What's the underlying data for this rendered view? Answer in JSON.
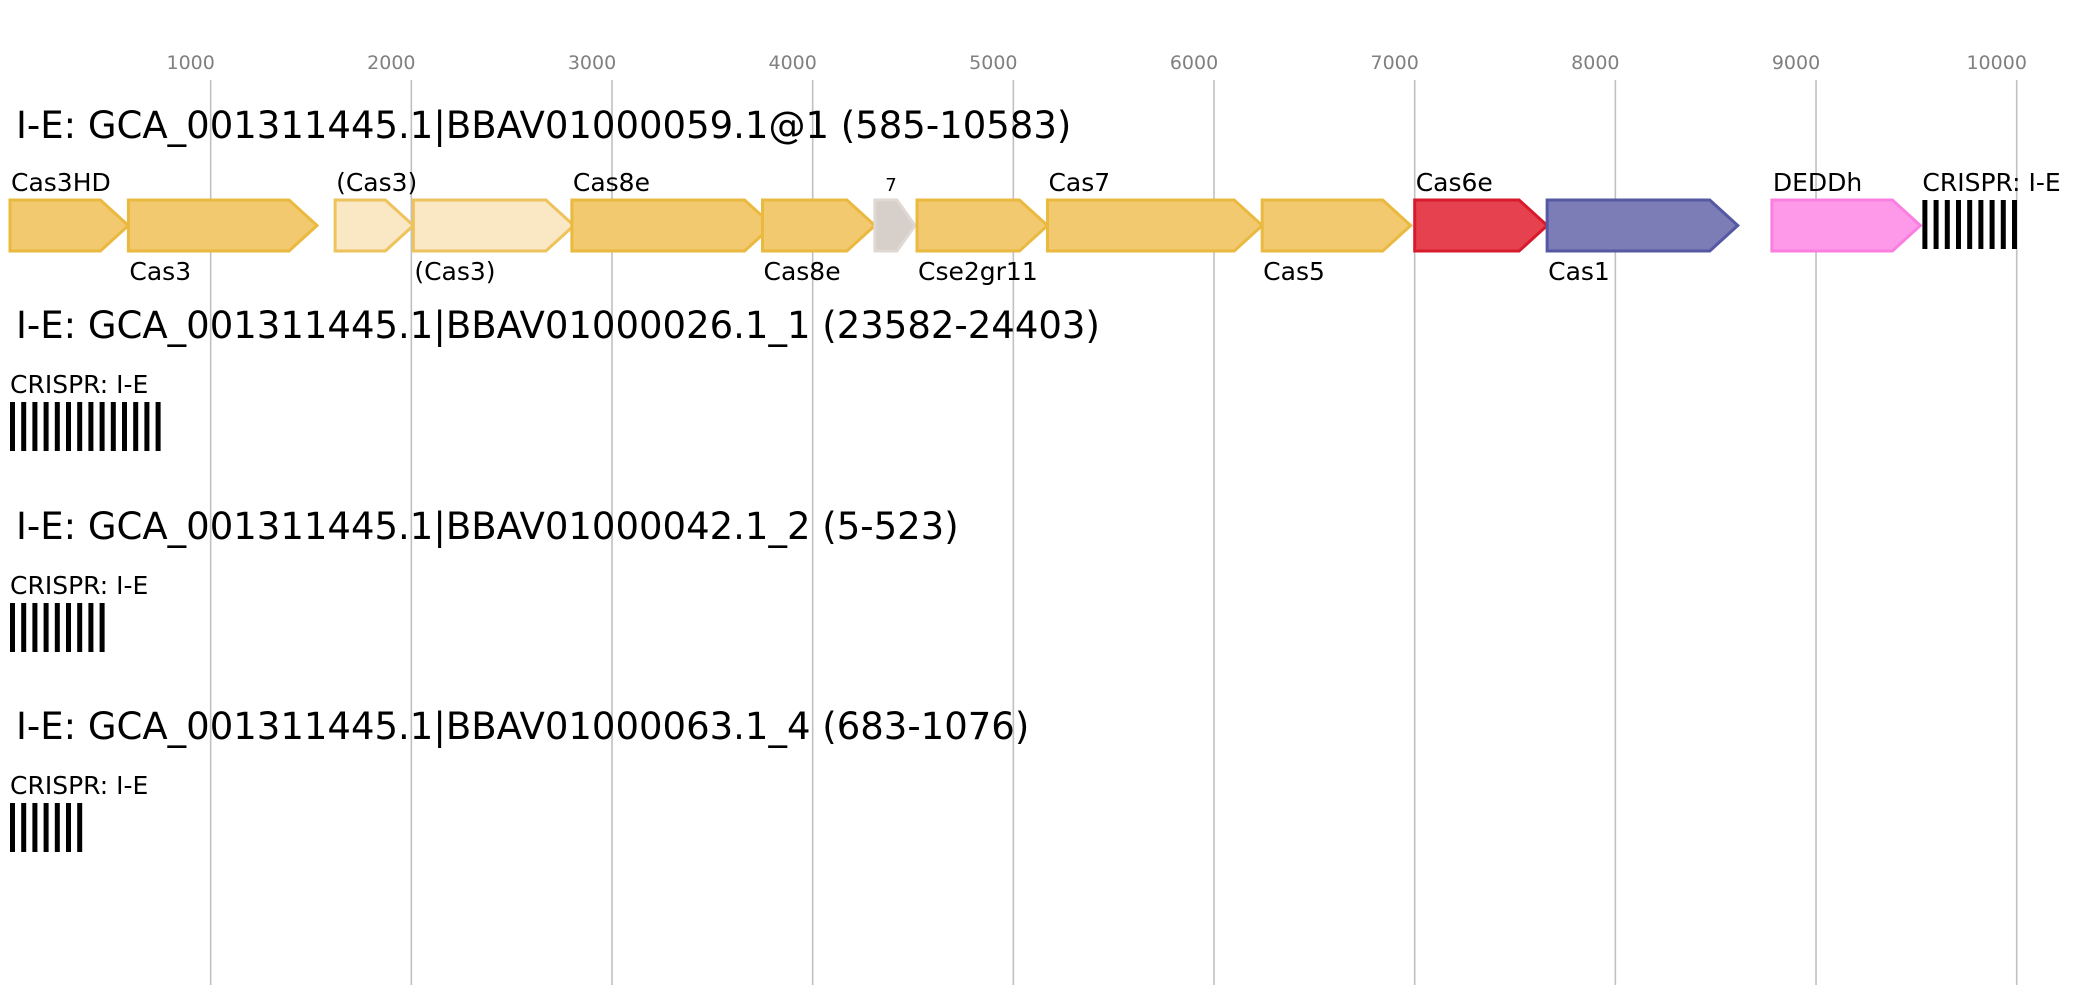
{
  "axis": {
    "ticks": [
      1000,
      2000,
      3000,
      4000,
      5000,
      6000,
      7000,
      8000,
      9000,
      10000
    ],
    "range": [
      0,
      10500
    ]
  },
  "colors": {
    "cas_core": "#f2c96e",
    "cas_core_stroke": "#eab940",
    "cas_partial": "#fae8c4",
    "cas_partial_stroke": "#eec25c",
    "unknown": "#d6cfca",
    "unknown_stroke": "#e0d8d2",
    "cas6e": "#e6414f",
    "cas6e_stroke": "#d81b2c",
    "cas1": "#7c7db7",
    "cas1_stroke": "#5558a2",
    "deddh": "#fe99ea",
    "deddh_stroke": "#fa7fe1",
    "crispr": "#000000"
  },
  "loci": [
    {
      "title": "I-E: GCA_001311445.1|BBAV01000059.1@1 (585-10583)",
      "genes": [
        {
          "name": "Cas3HD",
          "start": 0,
          "end": 590,
          "label_pos": "top",
          "color": "cas_core"
        },
        {
          "name": "Cas3",
          "start": 590,
          "end": 1530,
          "label_pos": "bottom",
          "color": "cas_core"
        },
        {
          "name": "(Cas3)",
          "start": 1620,
          "end": 2010,
          "label_pos": "top",
          "color": "cas_partial"
        },
        {
          "name": "(Cas3)",
          "start": 2010,
          "end": 2810,
          "label_pos": "bottom",
          "color": "cas_partial"
        },
        {
          "name": "Cas8e",
          "start": 2800,
          "end": 3800,
          "label_pos": "top",
          "color": "cas_core"
        },
        {
          "name": "Cas8e",
          "start": 3750,
          "end": 4310,
          "label_pos": "bottom",
          "color": "cas_core"
        },
        {
          "name": "7",
          "start": 4310,
          "end": 4510,
          "label_pos": "top-small",
          "color": "unknown"
        },
        {
          "name": "Cse2gr11",
          "start": 4520,
          "end": 5170,
          "label_pos": "bottom",
          "color": "cas_core"
        },
        {
          "name": "Cas7",
          "start": 5170,
          "end": 6240,
          "label_pos": "top",
          "color": "cas_core"
        },
        {
          "name": "Cas5",
          "start": 6240,
          "end": 6980,
          "label_pos": "bottom",
          "color": "cas_core"
        },
        {
          "name": "Cas6e",
          "start": 7000,
          "end": 7660,
          "label_pos": "top",
          "color": "cas6e"
        },
        {
          "name": "Cas1",
          "start": 7660,
          "end": 8610,
          "label_pos": "bottom",
          "color": "cas1"
        },
        {
          "name": "DEDDh",
          "start": 8780,
          "end": 9520,
          "label_pos": "top",
          "color": "deddh"
        }
      ],
      "arrays": [
        {
          "label": "CRISPR: I-E",
          "start": 9530,
          "repeats": 9
        }
      ]
    },
    {
      "title": "I-E: GCA_001311445.1|BBAV01000026.1_1 (23582-24403)",
      "genes": [],
      "arrays": [
        {
          "label": "CRISPR: I-E",
          "start": 0,
          "repeats": 14
        }
      ]
    },
    {
      "title": "I-E: GCA_001311445.1|BBAV01000042.1_2 (5-523)",
      "genes": [],
      "arrays": [
        {
          "label": "CRISPR: I-E",
          "start": 0,
          "repeats": 9
        }
      ]
    },
    {
      "title": "I-E: GCA_001311445.1|BBAV01000063.1_4 (683-1076)",
      "genes": [],
      "arrays": [
        {
          "label": "CRISPR: I-E",
          "start": 0,
          "repeats": 7
        }
      ]
    }
  ]
}
